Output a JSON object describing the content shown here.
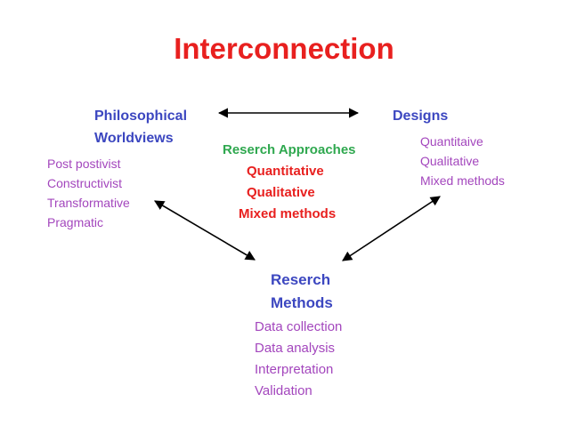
{
  "title": "Interconnection",
  "colors": {
    "title": "#e8201f",
    "heading": "#3c47c0",
    "list": "#a346bd",
    "approaches": "#2fa84f",
    "approach_items": "#e8201f",
    "arrow": "#000000"
  },
  "philosophical": {
    "heading_line1": "Philosophical",
    "heading_line2": "Worldviews",
    "items": [
      "Post postivist",
      "Constructivist",
      "Transformative",
      "Pragmatic"
    ]
  },
  "designs": {
    "heading": "Designs",
    "items": [
      "Quantitaive",
      "Qualitative",
      "Mixed methods"
    ]
  },
  "approaches": {
    "heading": "Reserch Approaches",
    "items": [
      "Quantitative",
      "Qualitative",
      "Mixed methods"
    ]
  },
  "methods": {
    "heading_line1": "Reserch",
    "heading_line2": "Methods",
    "items": [
      "Data collection",
      "Data analysis",
      "Interpretation",
      "Validation"
    ]
  }
}
